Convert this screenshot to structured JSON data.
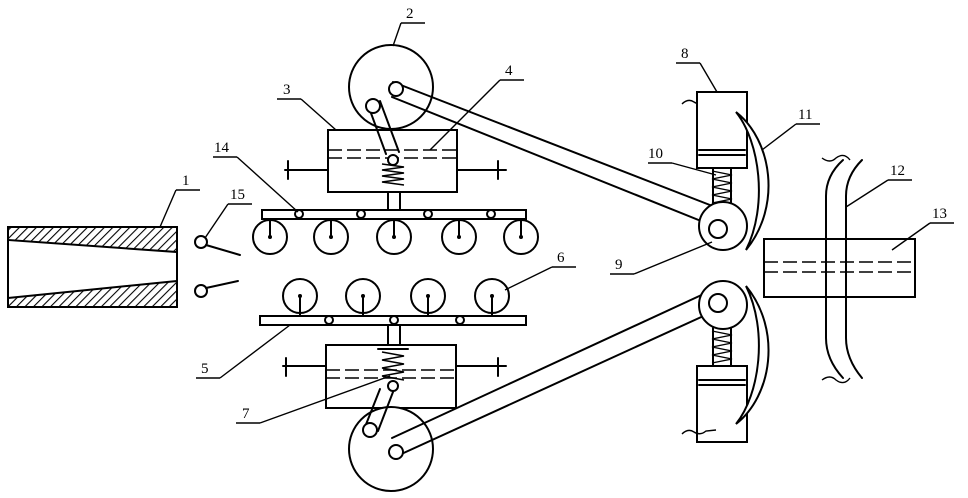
{
  "labels": [
    "1",
    "2",
    "3",
    "4",
    "5",
    "6",
    "7",
    "8",
    "9",
    "10",
    "11",
    "12",
    "13",
    "14",
    "15"
  ]
}
